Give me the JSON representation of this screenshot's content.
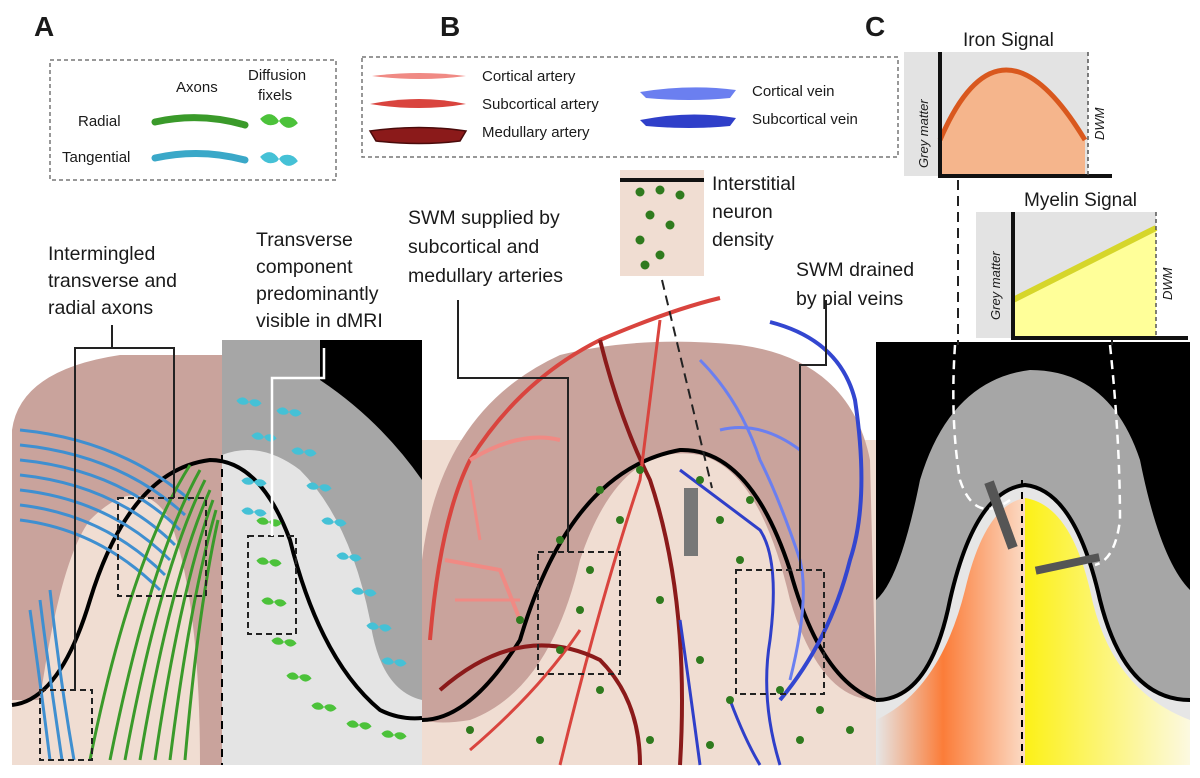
{
  "panels": {
    "a": "A",
    "b": "B",
    "c": "C"
  },
  "legend_a": {
    "col_axons": "Axons",
    "col_fixels_1": "Diffusion",
    "col_fixels_2": "fixels",
    "row_radial": "Radial",
    "row_tangential": "Tangential"
  },
  "legend_b": {
    "cortical_artery": "Cortical artery",
    "subcortical_artery": "Subcortical artery",
    "medullary_artery": "Medullary artery",
    "cortical_vein": "Cortical vein",
    "subcortical_vein": "Subcortical vein"
  },
  "annotations": {
    "intermingled": [
      "Intermingled",
      "transverse and",
      "radial axons"
    ],
    "transverse": [
      "Transverse",
      "component",
      "predominantly",
      "visible in dMRI"
    ],
    "swm_supplied": [
      "SWM supplied by",
      "subcortical and",
      "medullary arteries"
    ],
    "interstitial": [
      "Interstitial",
      "neuron",
      "density"
    ],
    "swm_drained": [
      "SWM drained",
      "by  pial veins"
    ]
  },
  "iron_plot": {
    "title": "Iron Signal",
    "left_label": "Grey matter",
    "right_label": "DWM"
  },
  "myelin_plot": {
    "title": "Myelin Signal",
    "left_label": "Grey matter",
    "right_label": "DWM"
  },
  "colors": {
    "cortex_pink": "#c9a39c",
    "wm_light_pink": "#f0ddd2",
    "grey_matter": "#a6a6a6",
    "radial_axon": "#3a9a2a",
    "tangential_axon": "#3aa8c8",
    "cortical_artery": "#f08a84",
    "subcortical_artery": "#d9443e",
    "medullary_artery": "#8b1a1a",
    "cortical_vein": "#6b7ff0",
    "subcortical_vein": "#2f3fc9",
    "iron_fill": "#f5b58c",
    "iron_curve": "#d9581e",
    "myelin_fill": "#ffff99",
    "myelin_line": "#d6d62a"
  }
}
